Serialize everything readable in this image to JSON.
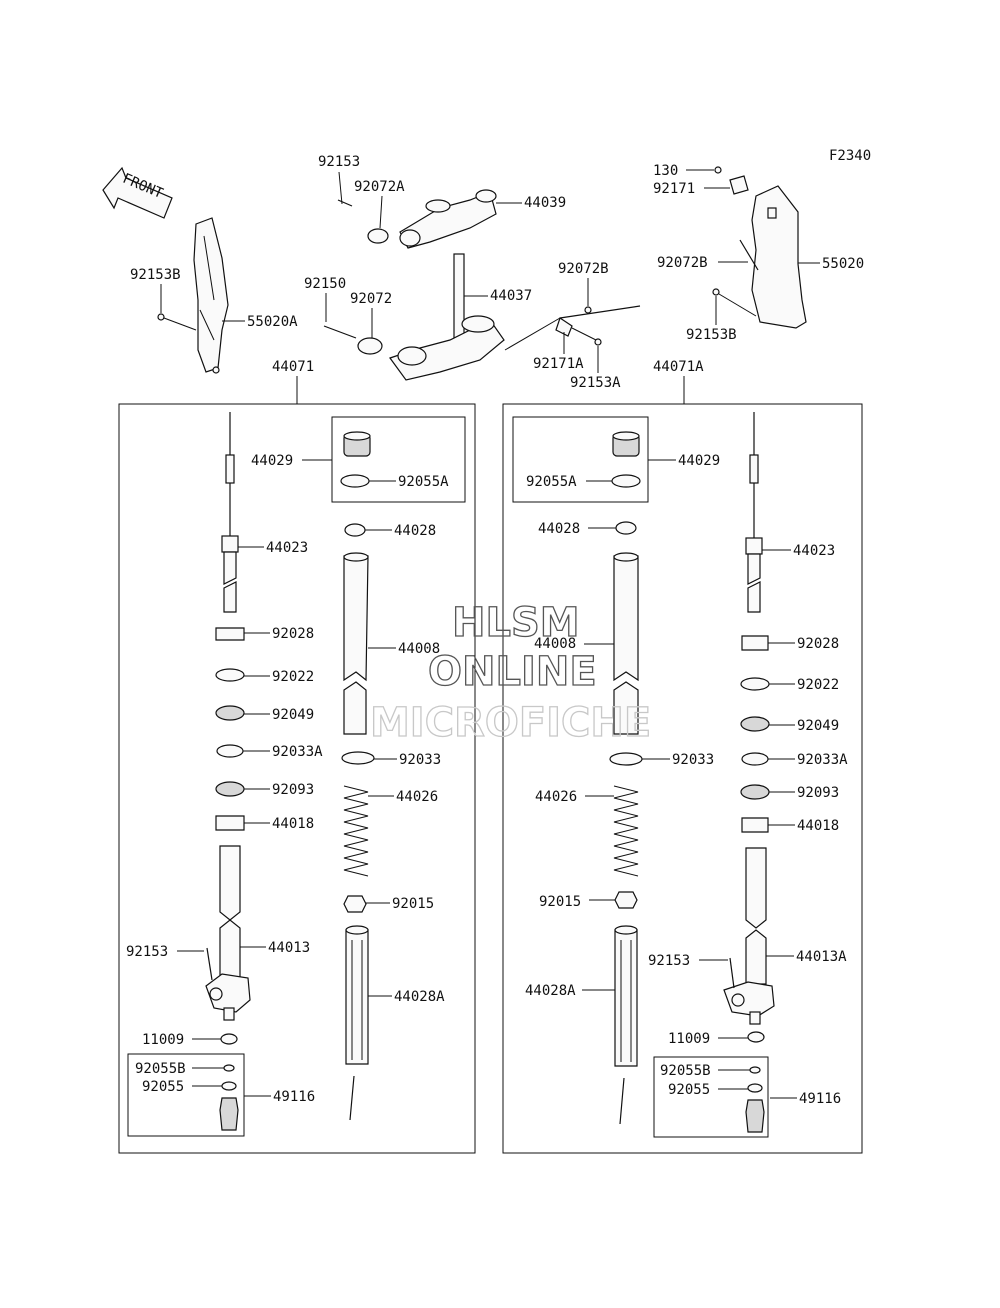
{
  "figure_code": "F2340",
  "front_label": "FRONT",
  "watermark": {
    "line1": "HLSM",
    "line2": "ONLINE",
    "line3": "MICROFICHE"
  },
  "top": {
    "p130": "130",
    "p92171": "92171",
    "p92153_top": "92153",
    "p92072A": "92072A",
    "p44039": "44039",
    "p92072B_upper": "92072B",
    "p92072B_right": "92072B",
    "p55020": "55020",
    "p92153B_left": "92153B",
    "p55020A": "55020A",
    "p92150": "92150",
    "p92072": "92072",
    "p44037": "44037",
    "p92171A": "92171A",
    "p92153A": "92153A",
    "p92153B_right": "92153B",
    "p44071": "44071",
    "p44071A": "44071A"
  },
  "left": {
    "p44029": "44029",
    "p92055A": "92055A",
    "p44028": "44028",
    "p44023": "44023",
    "p44008": "44008",
    "p92028": "92028",
    "p92022": "92022",
    "p92049": "92049",
    "p92033A": "92033A",
    "p92033": "92033",
    "p92093": "92093",
    "p44026": "44026",
    "p44018": "44018",
    "p92015": "92015",
    "p92153": "92153",
    "p44013": "44013",
    "p44028A": "44028A",
    "p11009": "11009",
    "p92055B": "92055B",
    "p92055": "92055",
    "p49116": "49116"
  },
  "right": {
    "p92055A": "92055A",
    "p44029": "44029",
    "p44028": "44028",
    "p44023": "44023",
    "p44008": "44008",
    "p92028": "92028",
    "p92022": "92022",
    "p92049": "92049",
    "p92033": "92033",
    "p92033A": "92033A",
    "p92093": "92093",
    "p44026": "44026",
    "p44018": "44018",
    "p92015": "92015",
    "p92153": "92153",
    "p44013A": "44013A",
    "p44028A": "44028A",
    "p11009": "11009",
    "p92055B": "92055B",
    "p92055": "92055",
    "p49116": "49116"
  }
}
